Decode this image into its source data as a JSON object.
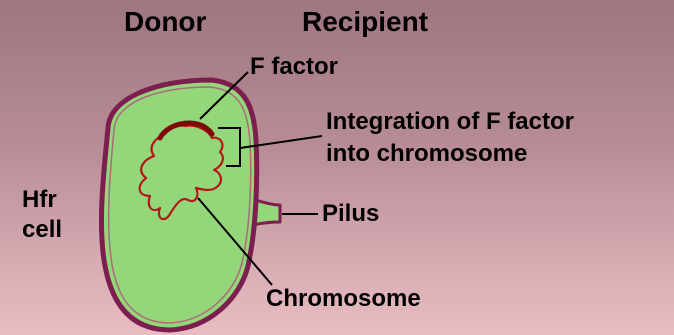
{
  "header": {
    "donor": "Donor",
    "recipient": "Recipient"
  },
  "labels": {
    "f_factor": "F factor",
    "integration_line1": "Integration of F factor",
    "integration_line2": "into chromosome",
    "hfr_line1": "Hfr",
    "hfr_line2": "cell",
    "pilus": "Pilus",
    "chromosome": "Chromosome"
  },
  "colors": {
    "cytoplasm": "#94d67a",
    "cell_wall": "#7c1e4f",
    "chromosome": "#b31818",
    "f_factor": "#7e0a0a",
    "leader": "#000000"
  }
}
